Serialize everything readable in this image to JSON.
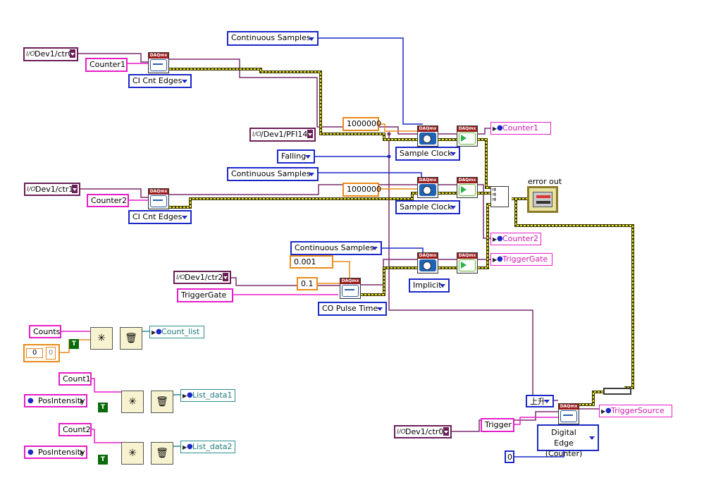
{
  "diagram": {
    "rings": {
      "cont1": "Continuous Samples",
      "cont2": "Continuous Samples",
      "cont3": "Continuous Samples",
      "ciedges1": "CI Cnt Edges",
      "ciedges2": "CI Cnt Edges",
      "sampclk1": "Sample Clock",
      "sampclk2": "Sample Clock",
      "falling": "Falling",
      "implicit": "Implicit",
      "copulse": "CO Pulse Time",
      "rise": "上升",
      "digedge_line1": "Digital Edge",
      "digedge_line2": "(Counter)"
    },
    "channels": {
      "ctr0a": "Dev1/ctr0",
      "ctr1": "Dev1/ctr1",
      "ctr2": "Dev1/ctr2",
      "pfi14": "/Dev1/PFI14",
      "ctr0b": "Dev1/ctr0"
    },
    "strings": {
      "counter1": "Counter1",
      "counter2": "Counter2",
      "triggergate": "TriggerGate",
      "counts": "Counts",
      "count1": "Count1",
      "count2": "Count2",
      "trigger": "Trigger"
    },
    "numbers": {
      "rate1": "1000000",
      "rate2": "1000000",
      "n0001": "0.001",
      "n01": "0.1",
      "zero": "0",
      "arr_index": "0",
      "arr_elem": "0"
    },
    "indicators": {
      "counter1": "Counter1",
      "counter2": "Counter2",
      "triggergate": "TriggerGate",
      "triggersource": "TriggerSource",
      "count_list": "Count_list",
      "list_data1": "List_data1",
      "list_data2": "List_data2"
    },
    "refs": {
      "posint1": "PosIntensity",
      "posint2": "PosIntensity"
    },
    "bools": {
      "t1": "T",
      "t2": "T",
      "t3": "T"
    },
    "vi_header": "DAQmx",
    "error_out_label": "error out",
    "colors": {
      "error_wire": "#d2c20a",
      "task_wire": "#7a2c6e",
      "string_wire": "#e61dc8",
      "numeric_wire": "#e98a1a",
      "enum_wire": "#1b28c7",
      "ref_wire": "#2b8c8c"
    }
  }
}
